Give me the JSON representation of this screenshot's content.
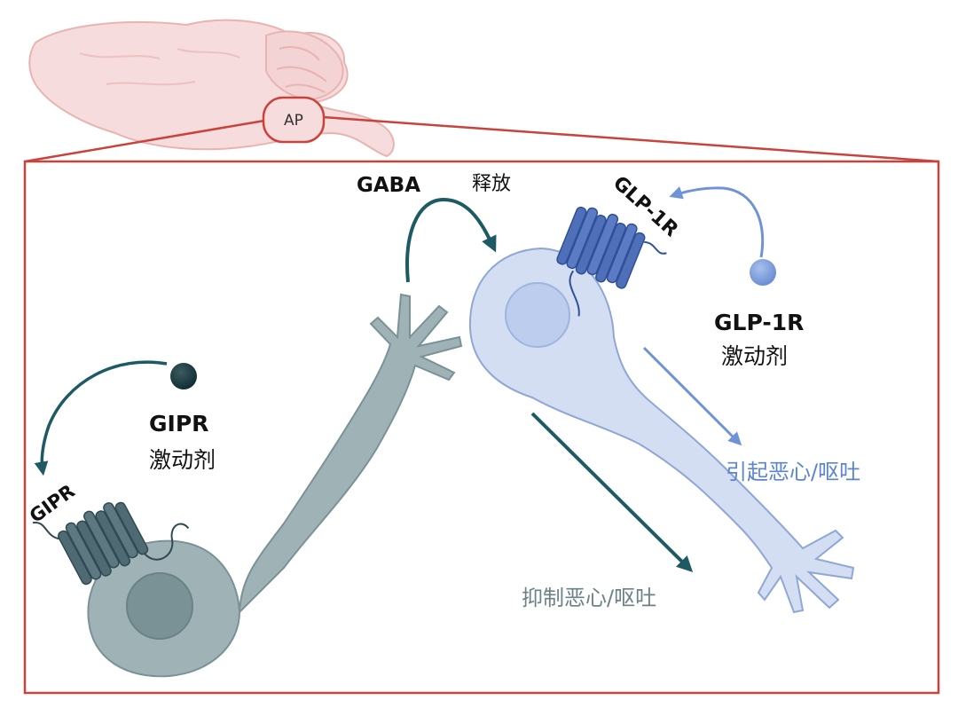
{
  "brain": {
    "region_label": "AP"
  },
  "labels": {
    "gaba": "GABA",
    "release": "释放",
    "glp1r_receptor": "GLP-1R",
    "glp1r_agonist_name": "GLP-1R",
    "glp1r_agonist_word": "激动剂",
    "gipr_agonist_name": "GIPR",
    "gipr_agonist_word": "激动剂",
    "gipr_receptor": "GIPR",
    "induce_nausea": "引起恶心/呕吐",
    "suppress_nausea": "抑制恶心/呕吐"
  },
  "colors": {
    "frame": "#c9433c",
    "brain_fill": "#f6dcdc",
    "brain_stroke": "#e8b4b2",
    "gipr_neuron": "#9fb3b7",
    "gipr_neuron_dark": "#6f8a8f",
    "gipr_receptor": "#4f6a72",
    "teal_arrow": "#1d5a63",
    "glp_neuron": "#d4def2",
    "glp_neuron_stroke": "#8ea7d6",
    "glp_receptor": "#4f6fb8",
    "blue_arrow": "#6f93d6",
    "blue_text": "#5b84d2",
    "gray_text": "#6b8286"
  }
}
